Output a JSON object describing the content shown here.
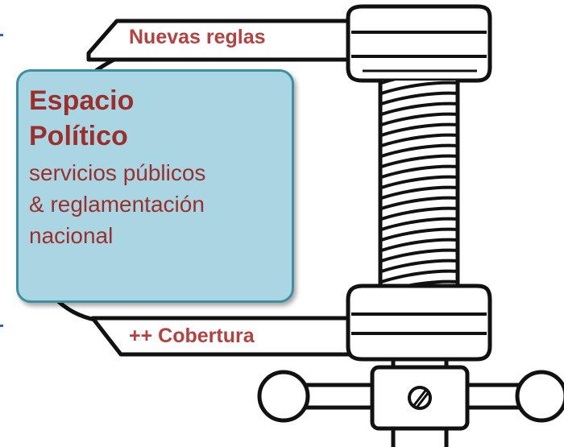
{
  "clamp": {
    "top_jaw_label": "Nuevas reglas",
    "bottom_jaw_label": "++ Cobertura"
  },
  "policy_box": {
    "title_line1": "Espacio",
    "title_line2": "Político",
    "desc_line1": "servicios públicos",
    "desc_line2": "& reglamentación",
    "desc_line3": "nacional"
  },
  "colors": {
    "label_red": "#b5403e",
    "box_fill": "#a9d6e2",
    "box_border": "#3f8fa3",
    "outline": "#111111"
  }
}
